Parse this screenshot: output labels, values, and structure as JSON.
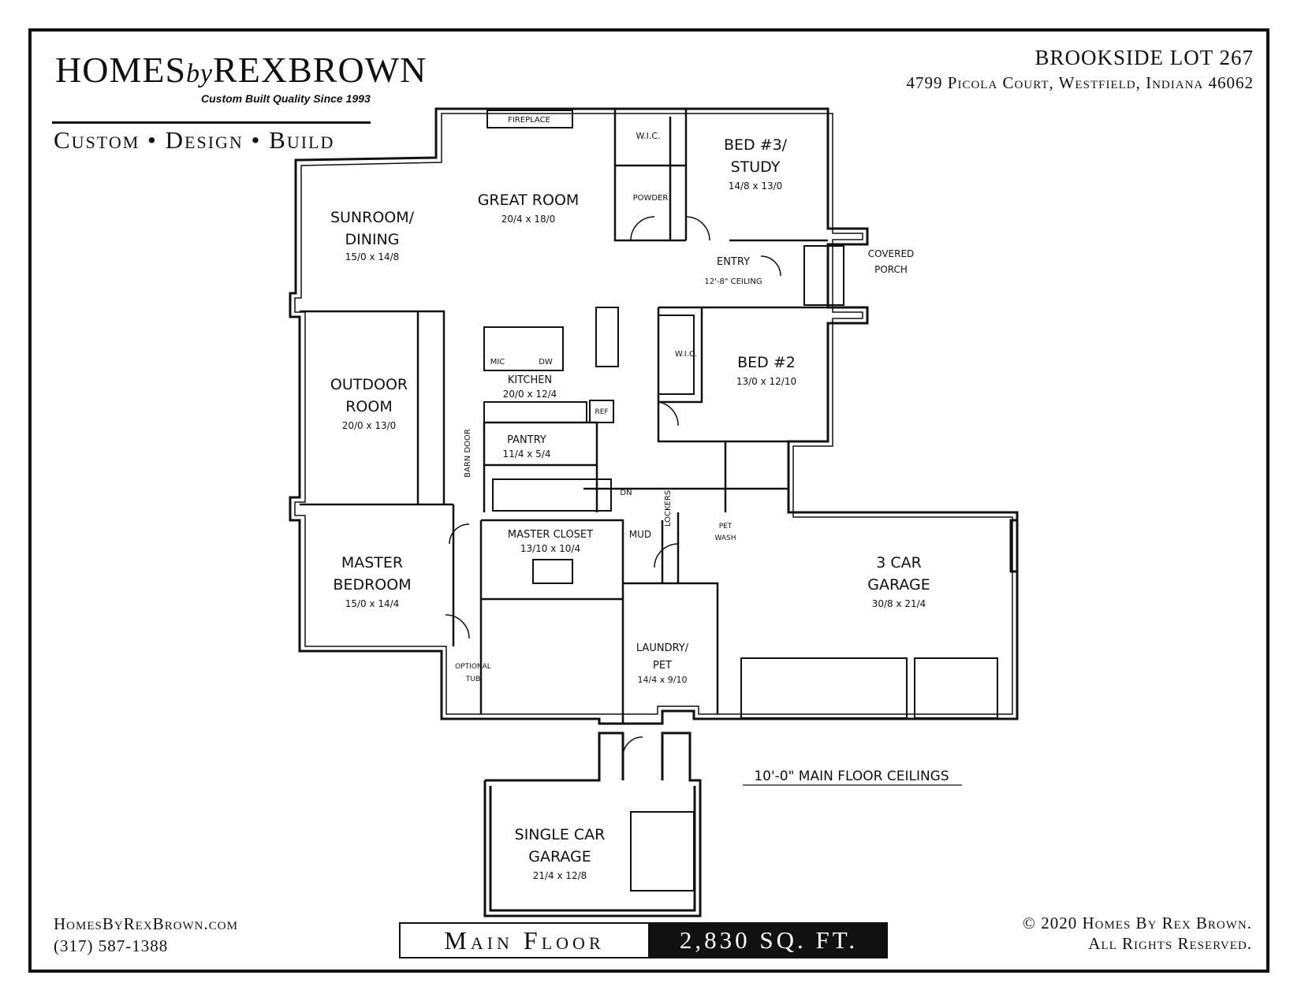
{
  "header": {
    "brand_homes": "HOMES",
    "brand_by": "by",
    "brand_name": "REXBROWN",
    "tagline": "Custom Built Quality Since 1993",
    "cdb": "Custom • Design • Build"
  },
  "project": {
    "lot": "BROOKSIDE LOT 267",
    "address": "4799 Picola Court, Westfield, Indiana 46062"
  },
  "rooms": {
    "fireplace": "FIREPLACE",
    "great_room": {
      "name": "GREAT ROOM",
      "dim": "20/4 x 18/0"
    },
    "sunroom": {
      "name1": "SUNROOM/",
      "name2": "DINING",
      "dim": "15/0 x 14/8"
    },
    "wic1": "W.I.C.",
    "powder": "POWDER",
    "bed3": {
      "name1": "BED #3/",
      "name2": "STUDY",
      "dim": "14/8 x 13/0"
    },
    "entry": {
      "name": "ENTRY",
      "note": "12'-8\" CEILING"
    },
    "porch": {
      "name1": "COVERED",
      "name2": "PORCH"
    },
    "outdoor": {
      "name1": "OUTDOOR",
      "name2": "ROOM",
      "dim": "20/0 x 13/0"
    },
    "mic": "MIC",
    "dw": "DW",
    "kitchen": {
      "name": "KITCHEN",
      "dim": "20/0 x 12/4"
    },
    "ref": "REF",
    "wic2": "W.I.C.",
    "bed2": {
      "name": "BED #2",
      "dim": "13/0 x 12/10"
    },
    "pantry": {
      "name": "PANTRY",
      "dim": "11/4 x 5/4"
    },
    "barn": "BARN DOOR",
    "dn": "DN",
    "lockers": "LOCKERS",
    "petwash1": "PET",
    "petwash2": "WASH",
    "master_closet": {
      "name": "MASTER CLOSET",
      "dim": "13/10 x 10/4"
    },
    "mud": "MUD",
    "master_bed": {
      "name1": "MASTER",
      "name2": "BEDROOM",
      "dim": "15/0 x 14/4"
    },
    "garage3": {
      "name1": "3 CAR",
      "name2": "GARAGE",
      "dim": "30/8 x 21/4"
    },
    "laundry": {
      "name1": "LAUNDRY/",
      "name2": "PET",
      "dim": "14/4 x 9/10"
    },
    "tub1": "OPTIONAL",
    "tub2": "TUB",
    "ceiling_note": "10'-0\" MAIN FLOOR CEILINGS",
    "garage1": {
      "name1": "SINGLE CAR",
      "name2": "GARAGE",
      "dim": "21/4 x 12/8"
    }
  },
  "footer": {
    "website": "HomesByRexBrown.com",
    "phone": "(317) 587-1388",
    "floor": "Main Floor",
    "sqft": "2,830 SQ. FT.",
    "copyright1": "© 2020 Homes By Rex Brown.",
    "copyright2": "All Rights Reserved."
  }
}
